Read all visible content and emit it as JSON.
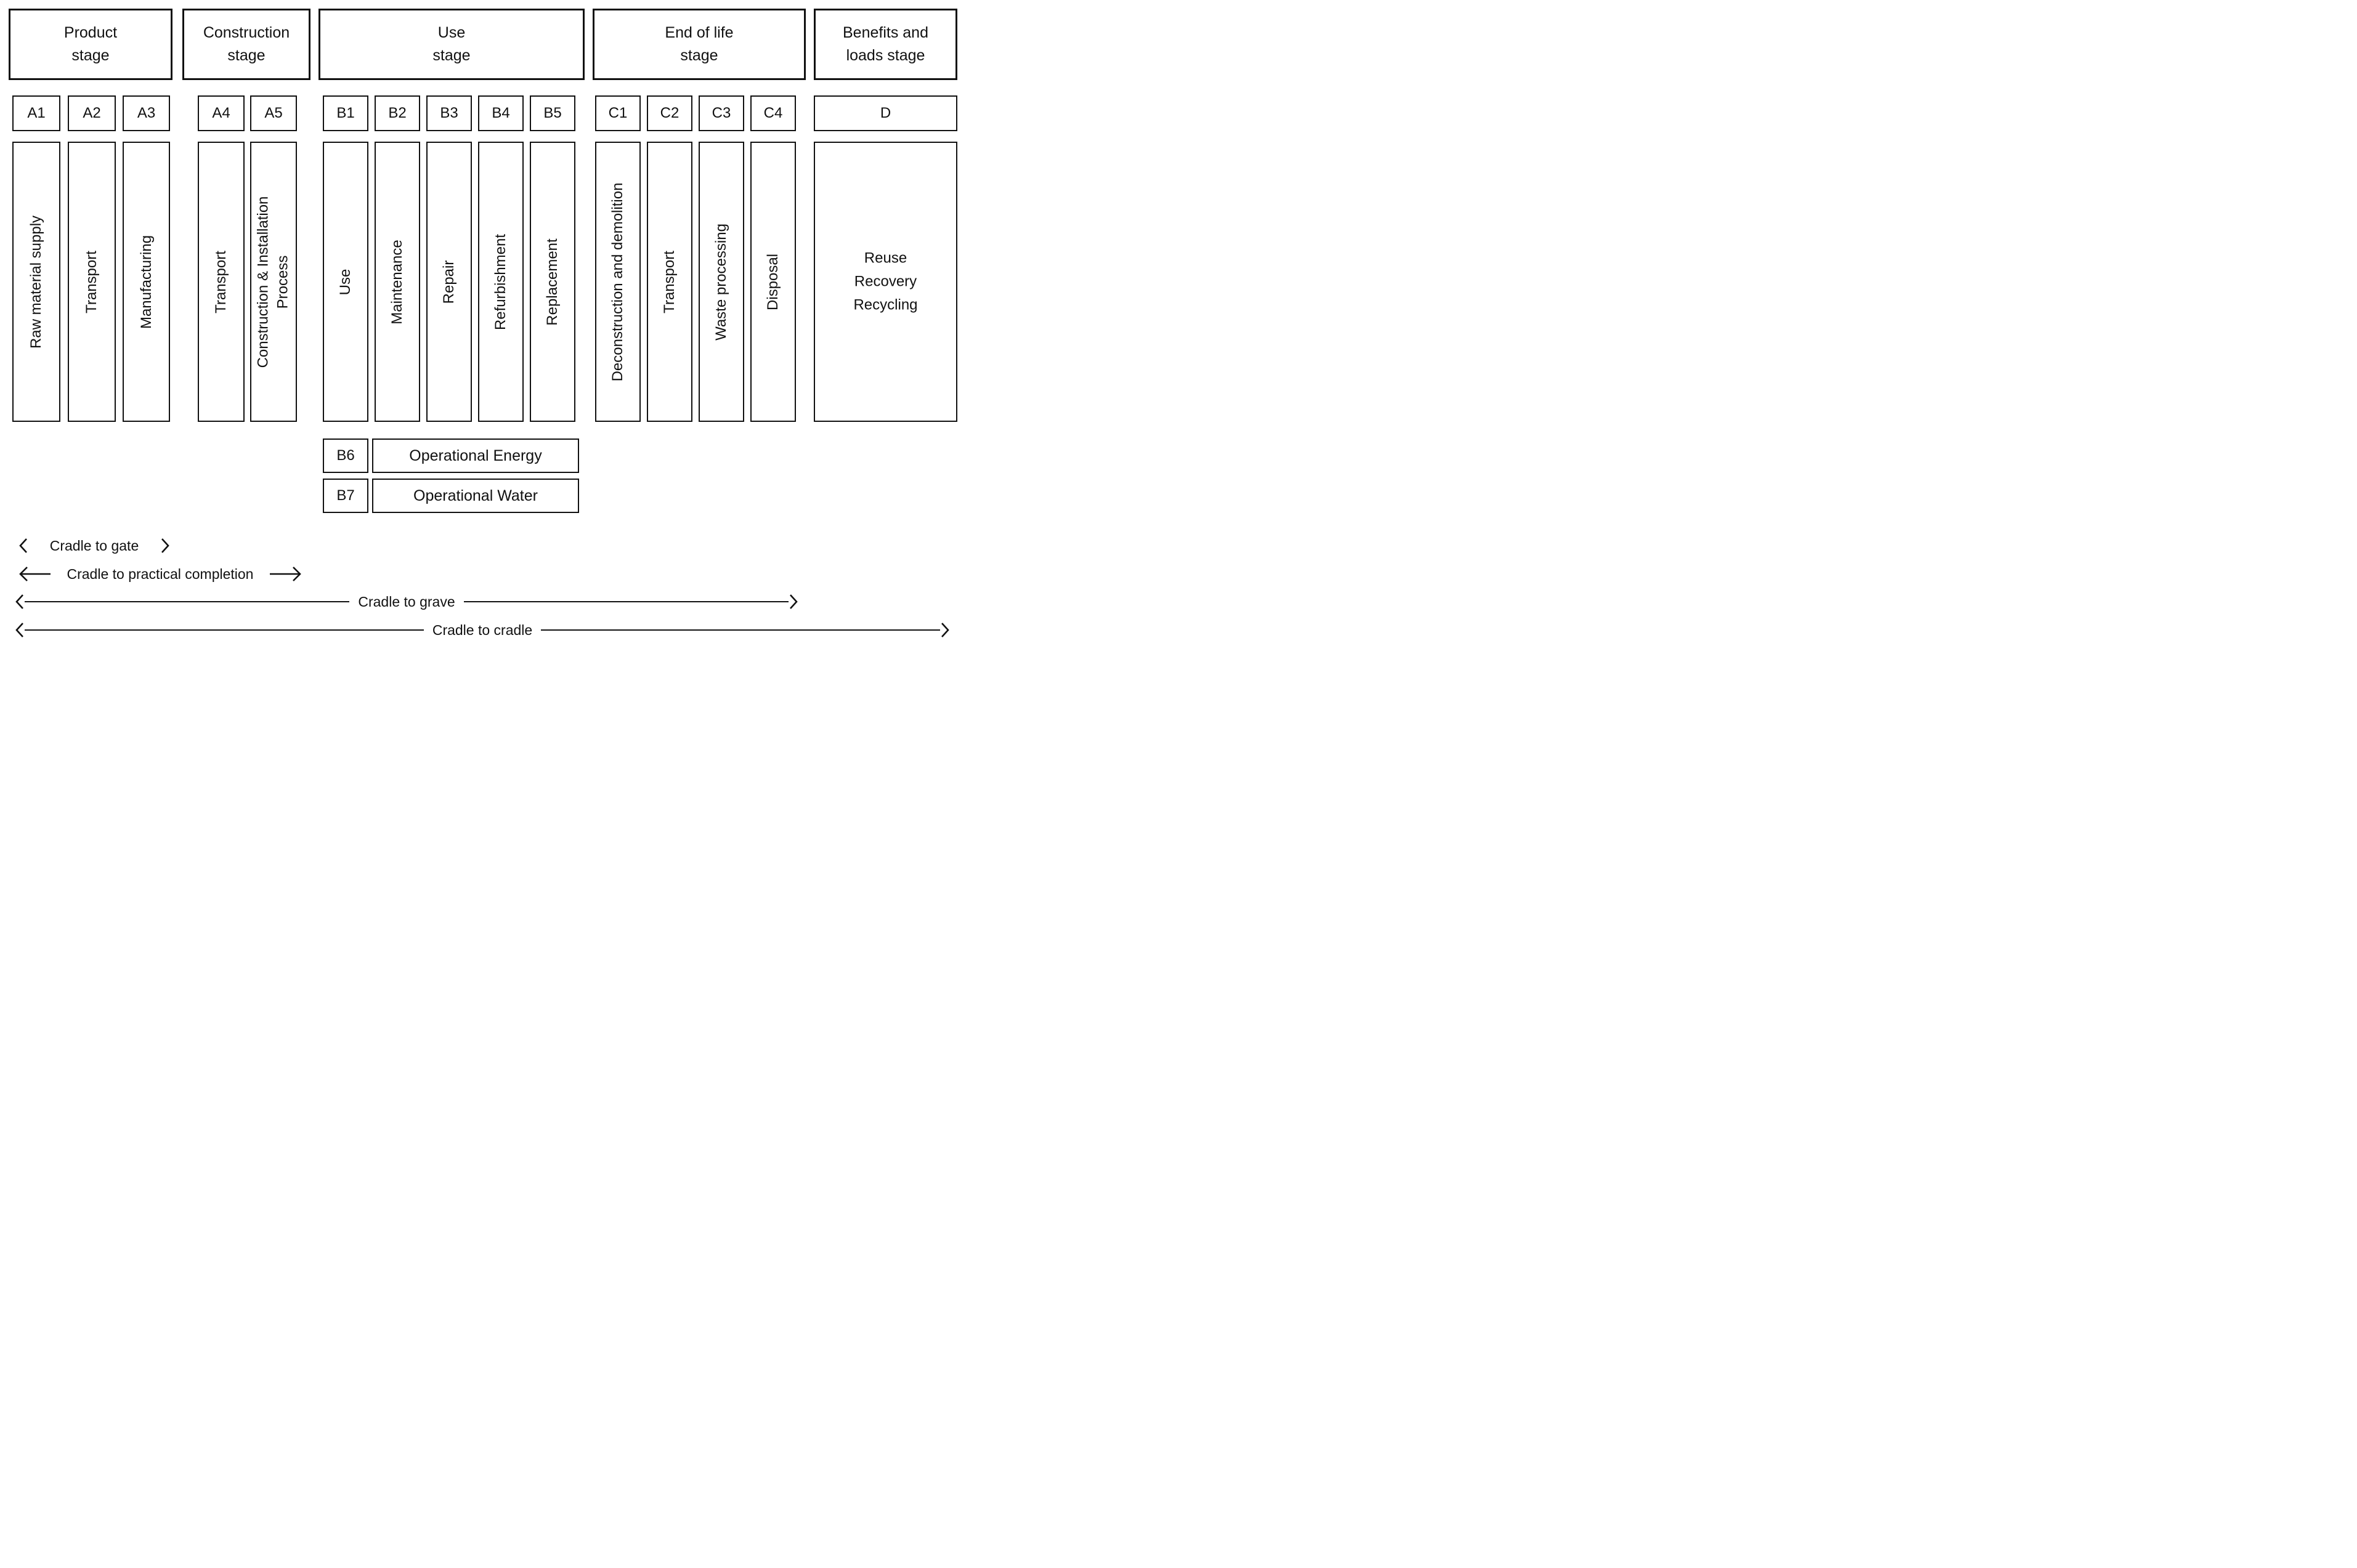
{
  "figure": {
    "background": "#ffffff",
    "line_color": "#111111"
  },
  "stages": [
    {
      "label": "Product stage",
      "lines": [
        "Product",
        "stage"
      ],
      "modules": [
        {
          "code": "A1",
          "label": "Raw material supply"
        },
        {
          "code": "A2",
          "label": "Transport"
        },
        {
          "code": "A3",
          "label": "Manufacturing"
        }
      ]
    },
    {
      "label": "Construction stage",
      "lines": [
        "Construction",
        "stage"
      ],
      "modules": [
        {
          "code": "A4",
          "label": "Transport"
        },
        {
          "code": "A5",
          "label": "Construction & Installation Process",
          "lines": [
            "Construction & Installation",
            "Process"
          ]
        }
      ]
    },
    {
      "label": "Use stage",
      "lines": [
        "Use",
        "stage"
      ],
      "modules": [
        {
          "code": "B1",
          "label": "Use"
        },
        {
          "code": "B2",
          "label": "Maintenance"
        },
        {
          "code": "B3",
          "label": "Repair"
        },
        {
          "code": "B4",
          "label": "Refurbishment"
        },
        {
          "code": "B5",
          "label": "Replacement"
        }
      ],
      "extra_rows": [
        {
          "code": "B6",
          "label": "Operational Energy"
        },
        {
          "code": "B7",
          "label": "Operational Water"
        }
      ]
    },
    {
      "label": "End of life stage",
      "lines": [
        "End of life",
        "stage"
      ],
      "modules": [
        {
          "code": "C1",
          "label": "Deconstruction and demolition"
        },
        {
          "code": "C2",
          "label": "Transport"
        },
        {
          "code": "C3",
          "label": "Waste processing"
        },
        {
          "code": "C4",
          "label": "Disposal"
        }
      ]
    },
    {
      "label": "Benefits and loads stage",
      "lines": [
        "Benefits and",
        "loads stage"
      ],
      "modules": [
        {
          "code": "D",
          "label": "Reuse Recovery Recycling",
          "lines": [
            "Reuse",
            "Recovery",
            "Recycling"
          ]
        }
      ]
    }
  ],
  "scopes": [
    {
      "label": "Cradle to gate"
    },
    {
      "label": "Cradle to practical completion"
    },
    {
      "label": "Cradle to grave"
    },
    {
      "label": "Cradle to cradle"
    }
  ]
}
